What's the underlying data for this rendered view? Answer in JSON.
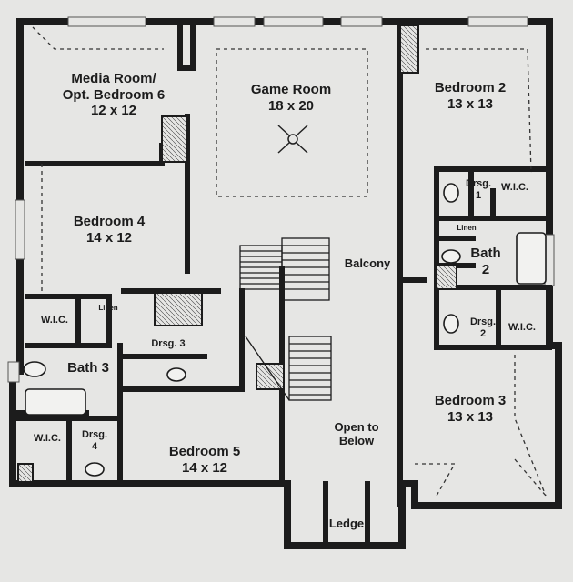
{
  "rooms": {
    "media": {
      "name": "Media Room/",
      "name2": "Opt. Bedroom 6",
      "size": "12 x 12"
    },
    "game": {
      "name": "Game Room",
      "size": "18 x 20"
    },
    "bedroom2": {
      "name": "Bedroom 2",
      "size": "13 x 13"
    },
    "bedroom4": {
      "name": "Bedroom 4",
      "size": "14 x 12"
    },
    "bedroom5": {
      "name": "Bedroom 5",
      "size": "14 x 12"
    },
    "bedroom3": {
      "name": "Bedroom 3",
      "size": "13 x 13"
    }
  },
  "labels": {
    "balcony": "Balcony",
    "bath2": "Bath",
    "bath2_num": "2",
    "bath3": "Bath 3",
    "drsg1": "Drsg.",
    "drsg1_num": "1",
    "drsg2": "Drsg.",
    "drsg2_num": "2",
    "drsg3": "Drsg. 3",
    "drsg4": "Drsg.",
    "drsg4_num": "4",
    "wic_b2": "W.I.C.",
    "wic_b3": "W.I.C.",
    "wic_b4": "W.I.C.",
    "wic_b5": "W.I.C.",
    "linen_right": "Linen",
    "linen_left": "Linen",
    "open1": "Open to",
    "open2": "Below",
    "ledge": "Ledge"
  },
  "colors": {
    "paper": "#e6e6e4",
    "wall": "#1c1c1c"
  }
}
